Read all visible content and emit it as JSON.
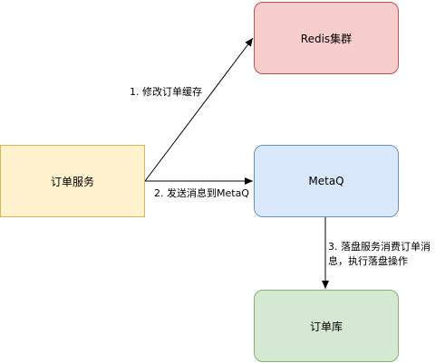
{
  "nodes": {
    "order_service": {
      "label": "订单服务",
      "fill": "#fff2cc",
      "stroke": "#d6b656"
    },
    "redis": {
      "label": "Redis集群",
      "fill": "#f8cecc",
      "stroke": "#b85450"
    },
    "metaq": {
      "label": "MetaQ",
      "fill": "#dae8fc",
      "stroke": "#6c8ebf"
    },
    "order_db": {
      "label": "订单库",
      "fill": "#d5e8d4",
      "stroke": "#82b366"
    }
  },
  "edges": {
    "to_redis": {
      "label": "1. 修改订单缓存"
    },
    "to_metaq": {
      "label": "2. 发送消息到MetaQ"
    },
    "to_db": {
      "label": "3. 落盘服务消费订单消息，执行落盘操作"
    }
  }
}
